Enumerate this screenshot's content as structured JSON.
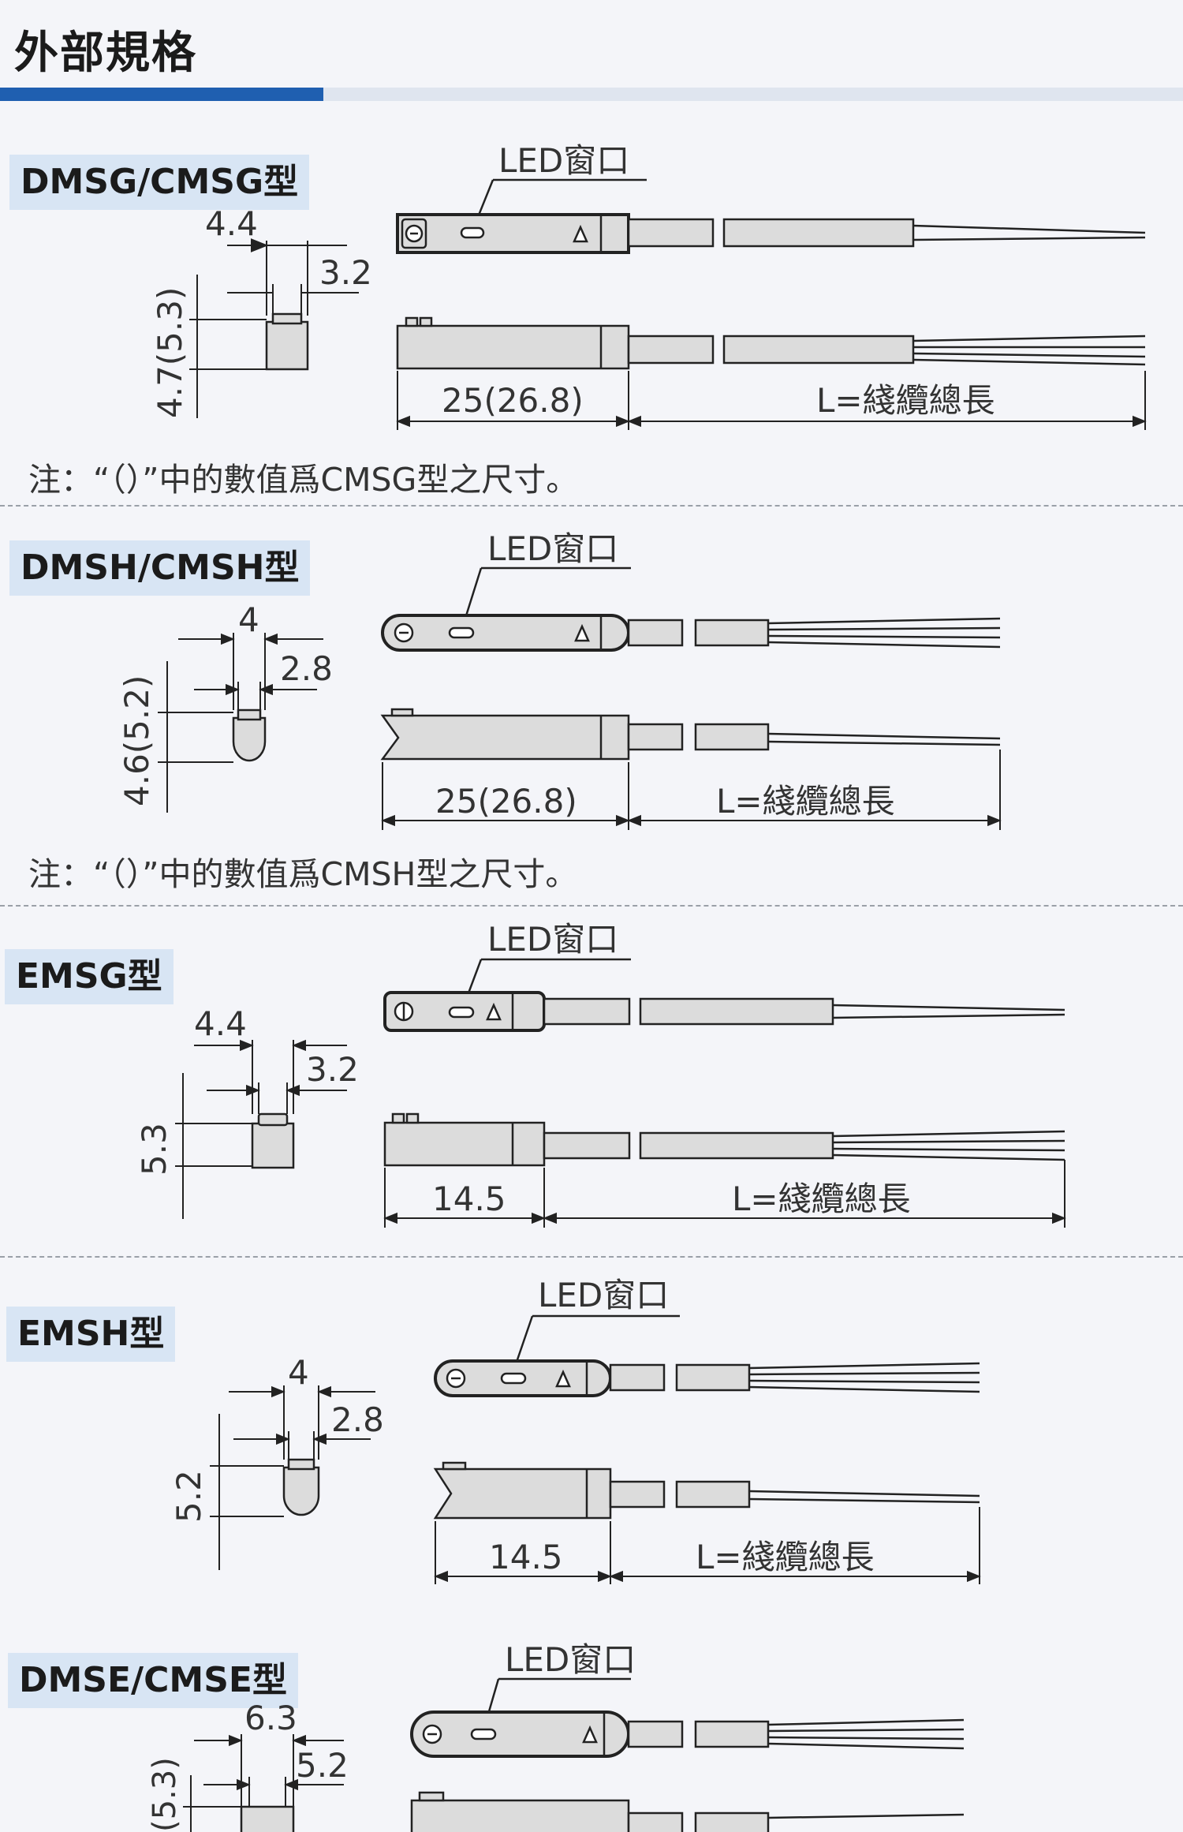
{
  "header": {
    "title": "外部規格"
  },
  "sections": [
    {
      "model": "DMSG/CMSG型",
      "width_dim": "4.4",
      "inner_dim": "3.2",
      "height_dim": "4.7(5.3)",
      "body_dim": "25(26.8)",
      "cable_dim": "L=綫纜總長",
      "led_label": "LED窗口",
      "note": "注：“（）”中的數值爲CMSG型之尺寸。"
    },
    {
      "model": "DMSH/CMSH型",
      "width_dim": "4",
      "inner_dim": "2.8",
      "height_dim": "4.6(5.2)",
      "body_dim": "25(26.8)",
      "cable_dim": "L=綫纜總長",
      "led_label": "LED窗口",
      "note": "注：“（）”中的數值爲CMSH型之尺寸。"
    },
    {
      "model": "EMSG型",
      "width_dim": "4.4",
      "inner_dim": "3.2",
      "height_dim": "5.3",
      "body_dim": "14.5",
      "cable_dim": "L=綫纜總長",
      "led_label": "LED窗口"
    },
    {
      "model": "EMSH型",
      "width_dim": "4",
      "inner_dim": "2.8",
      "height_dim": "5.2",
      "body_dim": "14.5",
      "cable_dim": "L=綫纜總長",
      "led_label": "LED窗口"
    },
    {
      "model": "DMSE/CMSE型",
      "width_dim": "6.3",
      "inner_dim": "5.2",
      "height_dim": "(5.3)",
      "led_label": "LED窗口"
    }
  ],
  "colors": {
    "accent": "#1f5fb0",
    "label_bg": "#d8e5f4",
    "body_fill": "#dcdcdc",
    "stroke": "#222222"
  }
}
